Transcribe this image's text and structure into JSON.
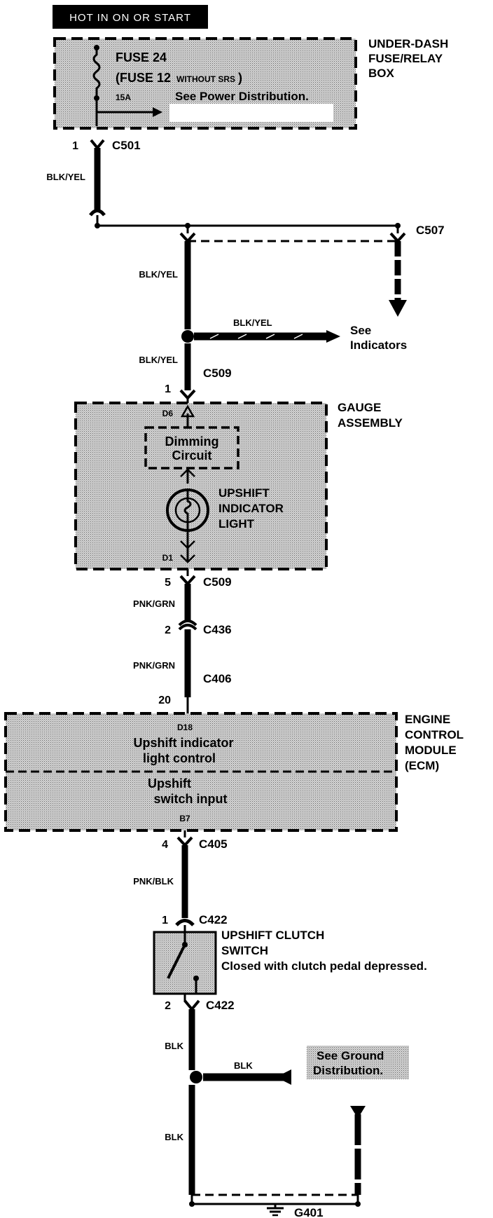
{
  "hot_label": "HOT IN ON OR START",
  "fuse_box": {
    "fuse_name": "FUSE 24",
    "fuse_alt_prefix": "(FUSE 12",
    "fuse_alt_small": "WITHOUT SRS",
    "fuse_alt_suffix": ")",
    "rating": "15A",
    "see_power": "See Power Distribution.",
    "name_line1": "UNDER-DASH",
    "name_line2": "FUSE/RELAY",
    "name_line3": "BOX"
  },
  "connectors": {
    "c501": "C501",
    "c507": "C507",
    "c509_top": "C509",
    "c509_bottom": "C509",
    "c436": "C436",
    "c406": "C406",
    "c405": "C405",
    "c422_top": "C422",
    "c422_bottom": "C422",
    "g401": "G401"
  },
  "pins": {
    "p1_c501": "1",
    "p1_c509": "1",
    "p5_c509": "5",
    "p2_c436": "2",
    "p20_c406": "20",
    "p4_c405": "4",
    "p1_c422": "1",
    "p2_c422": "2"
  },
  "wires": {
    "w1": "BLK/YEL",
    "w2": "BLK/YEL",
    "w3": "BLK/YEL",
    "w4": "BLK/YEL",
    "w5": "PNK/GRN",
    "w6": "PNK/GRN",
    "w7": "PNK/BLK",
    "w8": "BLK",
    "w9": "BLK",
    "w10": "BLK"
  },
  "indicators_ref": {
    "line1": "See",
    "line2": "Indicators"
  },
  "gauge": {
    "name_line1": "GAUGE",
    "name_line2": "ASSEMBLY",
    "pin_top": "D6",
    "pin_bottom": "D1",
    "dimming_line1": "Dimming",
    "dimming_line2": "Circuit",
    "light_line1": "UPSHIFT",
    "light_line2": "INDICATOR",
    "light_line3": "LIGHT"
  },
  "ecm": {
    "name_line1": "ENGINE",
    "name_line2": "CONTROL",
    "name_line3": "MODULE",
    "name_line4": "(ECM)",
    "pin_top": "D18",
    "ctrl_line1": "Upshift indicator",
    "ctrl_line2": "light control",
    "input_line1": "Upshift",
    "input_line2": "switch input",
    "pin_bottom": "B7"
  },
  "clutch_switch": {
    "name_line1": "UPSHIFT CLUTCH",
    "name_line2": "SWITCH",
    "desc": "Closed with clutch pedal depressed."
  },
  "ground_ref": {
    "line1": "See Ground",
    "line2": "Distribution."
  },
  "colors": {
    "ink": "#000000",
    "shade": "#c8c8c8",
    "paper": "#ffffff"
  }
}
